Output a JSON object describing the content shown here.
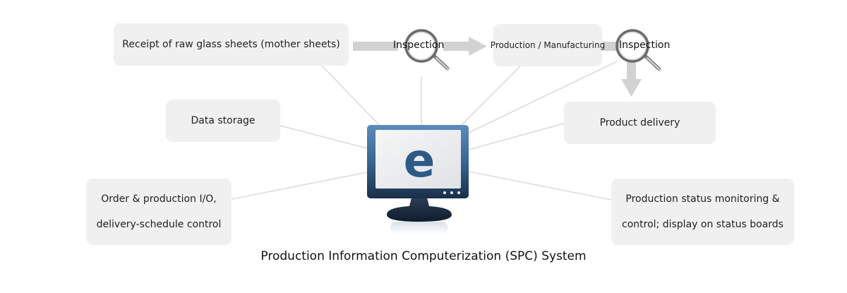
{
  "diagram": {
    "caption": "Production Information Computerization (SPC) System",
    "center": {
      "icon": "monitor-e-icon",
      "letter": "e"
    },
    "flow": {
      "receipt": "Receipt of raw glass sheets (mother sheets)",
      "inspection_1": "Inspection",
      "production": "Production / Manufacturing",
      "inspection_2": "Inspection",
      "delivery": "Product delivery"
    },
    "nodes": {
      "storage": "Data storage",
      "order": [
        "Order & production I/O,",
        "delivery-schedule control"
      ],
      "status": [
        "Production status monitoring &",
        "control; display on status boards"
      ]
    },
    "colors": {
      "box_fill": "#f0f0f0",
      "connector": "#dcdcdc",
      "arrow": "#d2d2d2",
      "monitor_frame": "#3f6f9e",
      "monitor_dark": "#1f3550",
      "letter": "#2e5a86"
    }
  }
}
